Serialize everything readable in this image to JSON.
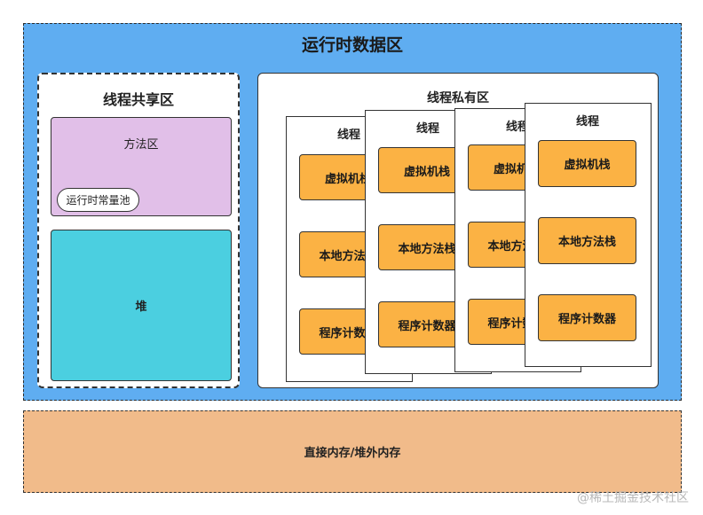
{
  "runtime_area": {
    "title": "运行时数据区"
  },
  "shared_area": {
    "title": "线程共享区",
    "method_area": "方法区",
    "constant_pool": "运行时常量池",
    "heap": "堆"
  },
  "private_area": {
    "title": "线程私有区",
    "threads": [
      {
        "label": "线程",
        "vm_stack": "虚拟机栈",
        "native_stack": "本地方法栈",
        "pc": "程序计数器"
      },
      {
        "label": "线程",
        "vm_stack": "虚拟机栈",
        "native_stack": "本地方法栈",
        "pc": "程序计数器"
      },
      {
        "label": "线程",
        "vm_stack": "虚拟机栈",
        "native_stack": "本地方法栈",
        "pc": "程序计数器"
      },
      {
        "label": "线程",
        "vm_stack": "虚拟机栈",
        "native_stack": "本地方法栈",
        "pc": "程序计数器"
      }
    ]
  },
  "off_heap": {
    "label": "直接内存/堆外内存"
  },
  "watermark": "@稀土掘金技术社区"
}
